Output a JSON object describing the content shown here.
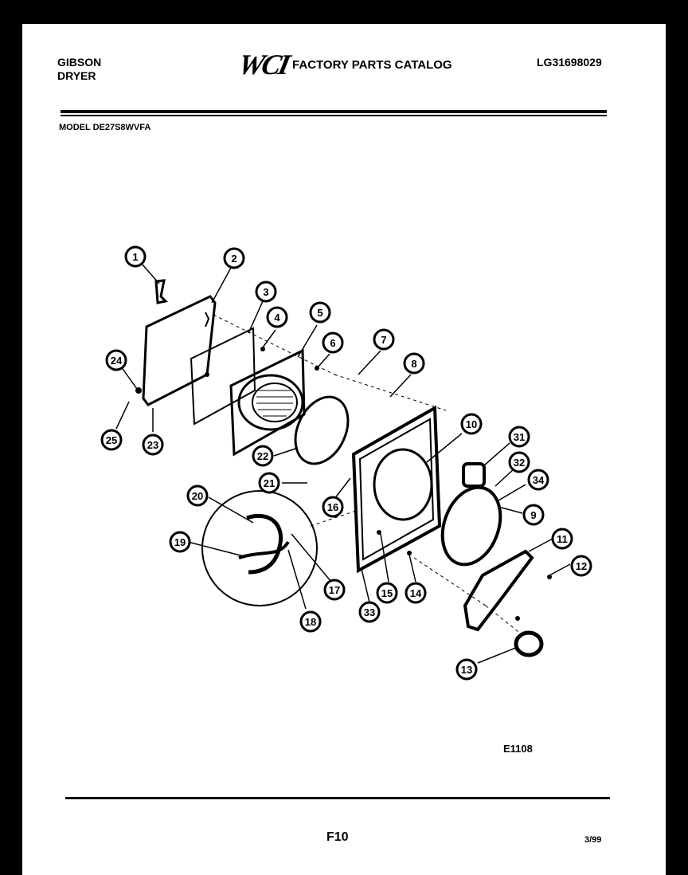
{
  "header": {
    "brand_line1": "GIBSON",
    "brand_line2": "DRYER",
    "logo": "WCI",
    "catalog_title": "FACTORY PARTS CATALOG",
    "doc_number": "LG31698029",
    "model_label": "MODEL DE27S8WVFA"
  },
  "footer": {
    "diagram_code": "E1108",
    "page_code": "F10",
    "date": "3/99"
  },
  "callouts": [
    "1",
    "2",
    "3",
    "4",
    "5",
    "6",
    "7",
    "8",
    "9",
    "10",
    "11",
    "12",
    "13",
    "14",
    "15",
    "16",
    "17",
    "18",
    "19",
    "20",
    "21",
    "22",
    "23",
    "24",
    "25",
    "31",
    "32",
    "33",
    "34"
  ]
}
